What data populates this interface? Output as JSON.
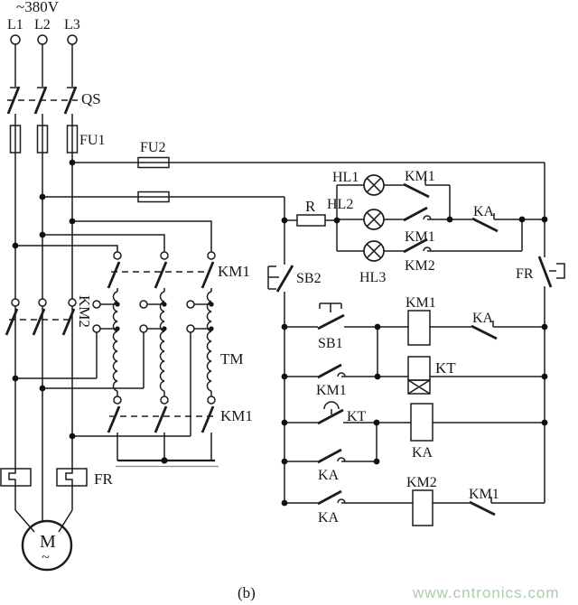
{
  "labels": {
    "supply": "~380V",
    "l1": "L1",
    "l2": "L2",
    "l3": "L3",
    "qs": "QS",
    "fu1": "FU1",
    "fu2": "FU2",
    "km1": "KM1",
    "km2": "KM2",
    "ka": "KA",
    "kt": "KT",
    "tm": "TM",
    "fr": "FR",
    "r": "R",
    "sb1": "SB1",
    "sb2": "SB2",
    "hl1": "HL1",
    "hl2": "HL2",
    "hl3": "HL3",
    "motor": "M",
    "motor_tilde": "~",
    "caption": "(b)"
  },
  "watermark": {
    "text": "www.cntronics.com",
    "color": "#a7cfa7"
  },
  "colors": {
    "line": "#1c1c1c",
    "background": "#ffffff"
  }
}
